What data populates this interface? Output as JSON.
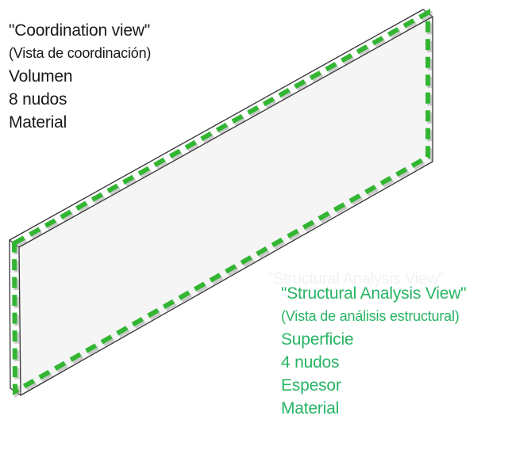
{
  "diagram": {
    "type": "isometric-wall-slab",
    "description": "Thin 3D wall volume outlined in black with its analytical mid-plane surface traced as a thick green dashed rectangle",
    "colors": {
      "dash_green": "#32b632",
      "dash_shadow": "#9e9e9e",
      "text_green": "#28b464",
      "text_black": "#191919",
      "outline": "#333333",
      "front_face": "#f5f5f5",
      "side_face": "#fdfdfd",
      "background": "#ffffff",
      "ghost_gray": "#f2f2f2"
    },
    "ghost_text": "\"Structural Analysis View\""
  },
  "annotations": {
    "coordination": {
      "title": "\"Coordination view\"",
      "subtitle": "(Vista de coordinación)",
      "items": [
        "Volumen",
        "8 nudos",
        "Material"
      ]
    },
    "structural": {
      "title": "\"Structural Analysis View\"",
      "subtitle": "(Vista de análisis estructural)",
      "items": [
        "Superficie",
        "4 nudos",
        "Espesor",
        "Material"
      ]
    }
  }
}
